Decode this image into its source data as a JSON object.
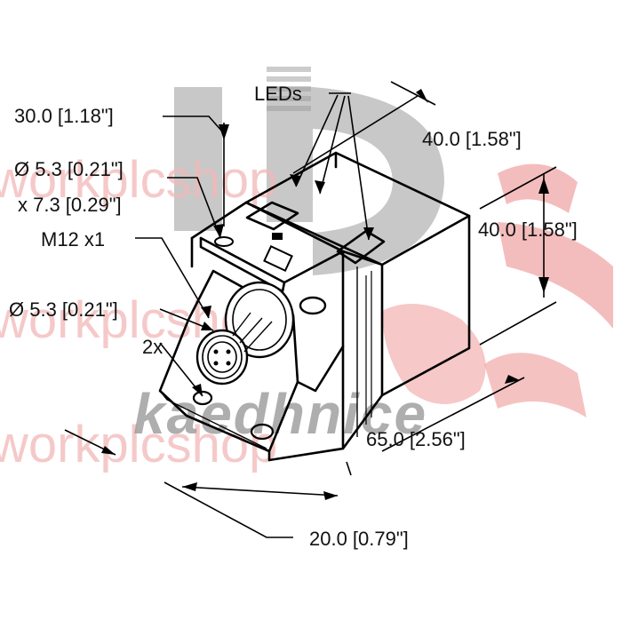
{
  "watermark": {
    "text": "workplcshop",
    "logo_text": "kaedhnice",
    "logo_color": "#8c8c8c",
    "watermark_color": "#f2b8b8"
  },
  "labels": {
    "leds": "LEDs",
    "depth": "30.0 [1.18\"]",
    "top_width": "40.0 [1.58\"]",
    "hole_line1": "Ø 5.3 [0.21\"]",
    "hole_line2": "x 7.3 [0.29\"]",
    "height": "40.0 [1.58\"]",
    "connector": "M12 x1",
    "hole_diameter": "Ø 5.3 [0.21\"]",
    "quantity": "2x",
    "length": "65.0 [2.56\"]",
    "base_width": "20.0 [0.79\"]"
  }
}
